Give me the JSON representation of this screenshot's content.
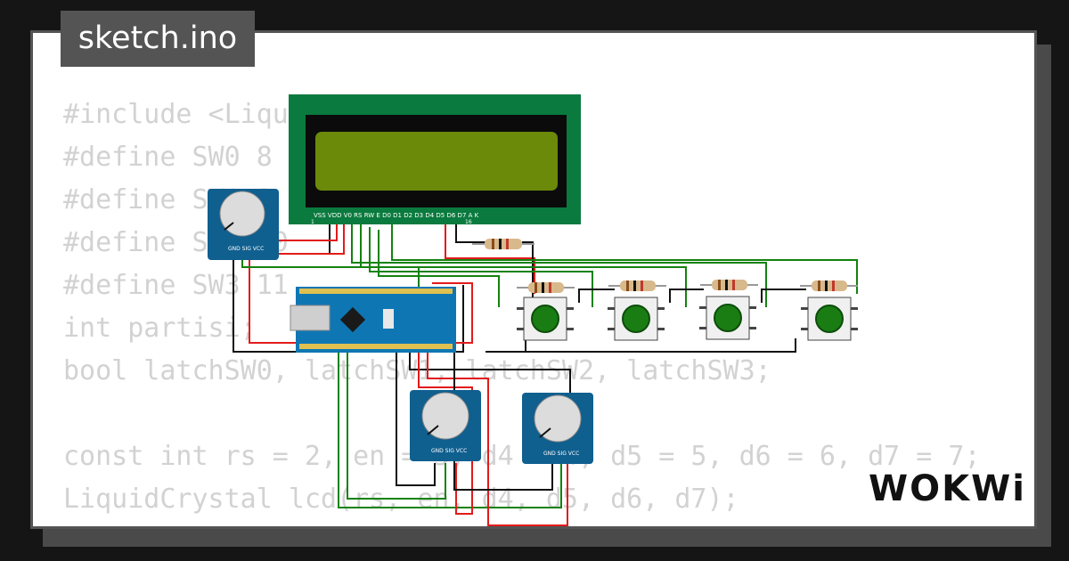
{
  "file_tab": {
    "label": "sketch.ino"
  },
  "code_lines": [
    "#include <LiquidCrystal.h>",
    "#define SW0 8",
    "#define SW1 9",
    "#define SW2 10",
    "#define SW3 11",
    "int partisi;",
    "bool latchSW0, latchSW1, latchSW2, latchSW3;",
    "",
    "const int rs = 2, en = 3, d4 = 4, d5 = 5, d6 = 6, d7 = 7;",
    "LiquidCrystal lcd(rs, en, d4, d5, d6, d7);"
  ],
  "lcd": {
    "pin_labels": "VSS VDD V0 RS RW E D0 D1 D2 D3 D4 D5 D6 D7 A K",
    "pin_start": "1",
    "pin_end": "16"
  },
  "potentiometer": {
    "pin_labels": "GND SIG VCC"
  },
  "brand": {
    "logo_text": "WOKWi"
  },
  "colors": {
    "background": "#151515",
    "card": "#ffffff",
    "code_text": "#d2d2d2",
    "lcd_board": "#0a7a3e",
    "lcd_screen": "#6b8a0a",
    "pot_board": "#0f5f8f",
    "button_cap": "#1a7d14",
    "wire_red": "#e21b1b",
    "wire_green": "#13820f",
    "wire_black": "#111111"
  }
}
